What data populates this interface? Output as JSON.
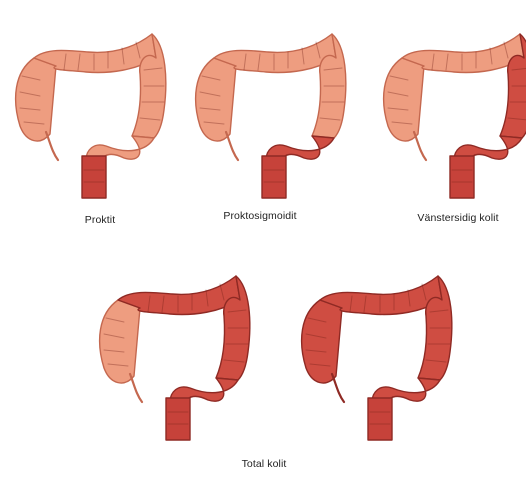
{
  "colors": {
    "healthy": "#ee9d80",
    "healthy_stroke": "#c4684f",
    "inflamed": "#cf4d42",
    "inflamed_stroke": "#8f2a24",
    "rectum": "#c6423a"
  },
  "figures": [
    {
      "key": "proctitis",
      "label": "Proktit",
      "inflamed_segments": [
        "rectum"
      ]
    },
    {
      "key": "proctosigmoiditis",
      "label": "Proktosigmoidit",
      "inflamed_segments": [
        "rectum",
        "sigmoid"
      ]
    },
    {
      "key": "left_sided",
      "label": "Vänstersidig kolit",
      "inflamed_segments": [
        "rectum",
        "sigmoid",
        "descending"
      ]
    },
    {
      "key": "extensive",
      "label": "",
      "inflamed_segments": [
        "rectum",
        "sigmoid",
        "descending",
        "transverse"
      ]
    },
    {
      "key": "total",
      "label": "",
      "inflamed_segments": [
        "rectum",
        "sigmoid",
        "descending",
        "transverse",
        "ascending"
      ]
    }
  ],
  "shared_caption": "Total kolit"
}
